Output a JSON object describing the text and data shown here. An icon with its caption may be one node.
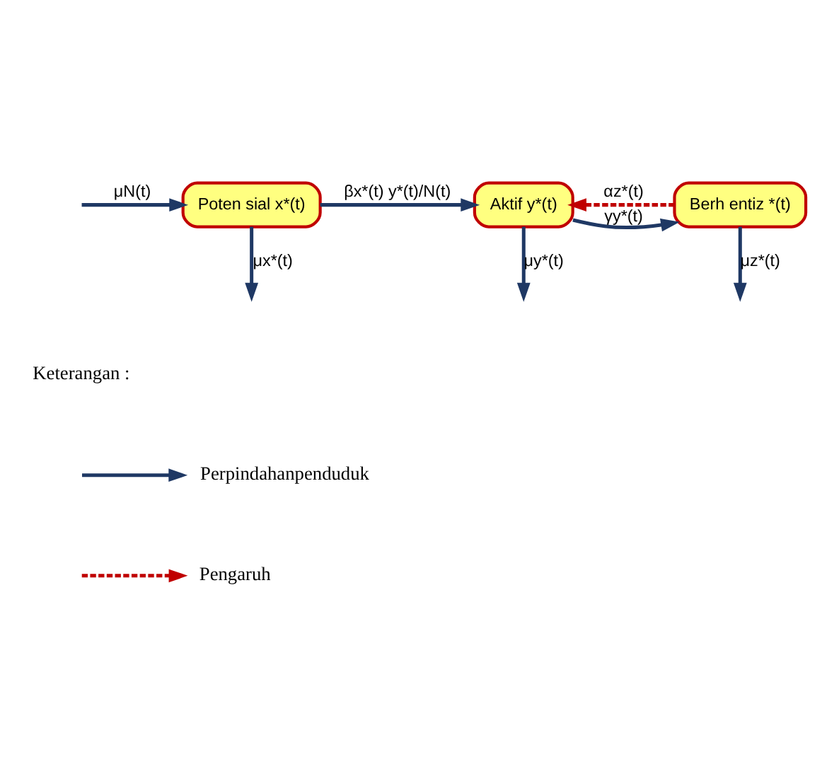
{
  "diagram": {
    "nodes": [
      {
        "text": [
          "Poten sial x*(t)"
        ]
      },
      {
        "text": [
          "Aktif y*(t)"
        ]
      },
      {
        "text": [
          "Berh entiz *(t)"
        ]
      }
    ],
    "edges": [
      {
        "from": null,
        "to": 0,
        "arrow": "to",
        "label": "μN(t)"
      },
      {
        "from": 0,
        "to": 1,
        "arrow": "to",
        "label": "βx*(t) y*(t)/N(t)"
      },
      {
        "from": 1,
        "to": 2,
        "arrow": "to",
        "label": "γy*(t)"
      },
      {
        "from": 2,
        "to": 1,
        "arrow": "to",
        "label": "αz*(t)",
        "style": "dashed",
        "color": "#c00000"
      },
      {
        "from": 0,
        "to": null,
        "arrow": "to",
        "label": "μx*(t)"
      },
      {
        "from": 1,
        "to": null,
        "arrow": "to",
        "label": "μy*(t)"
      },
      {
        "from": 2,
        "to": null,
        "arrow": "to",
        "label": "μz*(t)"
      }
    ],
    "labels": [
      "Keterangan :"
    ],
    "legend": [
      {
        "text": "Perpindahanpenduduk"
      },
      {
        "text": "Pengaruh"
      }
    ]
  }
}
